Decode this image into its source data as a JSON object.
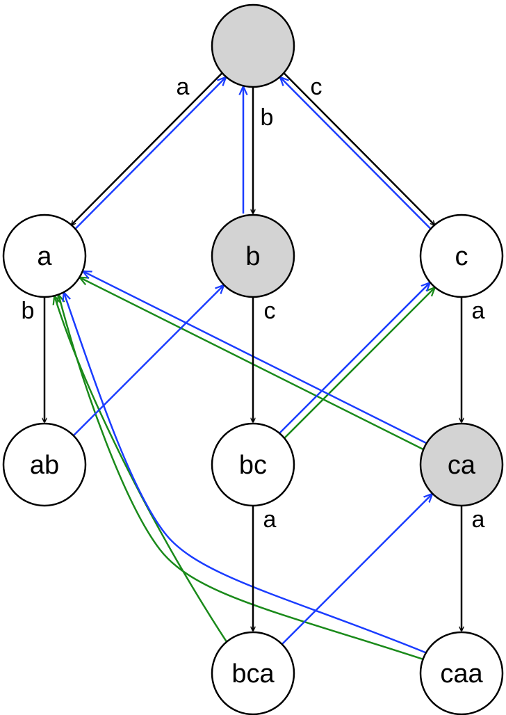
{
  "colors": {
    "goto": "#000000",
    "suffix_link": "#1a3cff",
    "output_link": "#1a8a1a",
    "final_fill": "#d3d3d3",
    "normal_fill": "#ffffff"
  },
  "nodes": [
    {
      "id": "root",
      "label": "",
      "final": true
    },
    {
      "id": "a",
      "label": "a",
      "final": false
    },
    {
      "id": "b",
      "label": "b",
      "final": true
    },
    {
      "id": "c",
      "label": "c",
      "final": false
    },
    {
      "id": "ab",
      "label": "ab",
      "final": false
    },
    {
      "id": "bc",
      "label": "bc",
      "final": false
    },
    {
      "id": "ca",
      "label": "ca",
      "final": true
    },
    {
      "id": "bca",
      "label": "bca",
      "final": false
    },
    {
      "id": "caa",
      "label": "caa",
      "final": false
    }
  ],
  "edges": [
    {
      "from": "root",
      "to": "a",
      "kind": "goto",
      "label": "a"
    },
    {
      "from": "root",
      "to": "b",
      "kind": "goto",
      "label": "b"
    },
    {
      "from": "root",
      "to": "c",
      "kind": "goto",
      "label": "c"
    },
    {
      "from": "a",
      "to": "ab",
      "kind": "goto",
      "label": "b"
    },
    {
      "from": "b",
      "to": "bc",
      "kind": "goto",
      "label": "c"
    },
    {
      "from": "c",
      "to": "ca",
      "kind": "goto",
      "label": "a"
    },
    {
      "from": "bc",
      "to": "bca",
      "kind": "goto",
      "label": "a"
    },
    {
      "from": "ca",
      "to": "caa",
      "kind": "goto",
      "label": "a"
    },
    {
      "from": "a",
      "to": "root",
      "kind": "suffix_link",
      "label": ""
    },
    {
      "from": "b",
      "to": "root",
      "kind": "suffix_link",
      "label": ""
    },
    {
      "from": "c",
      "to": "root",
      "kind": "suffix_link",
      "label": ""
    },
    {
      "from": "ab",
      "to": "b",
      "kind": "suffix_link",
      "label": ""
    },
    {
      "from": "bc",
      "to": "c",
      "kind": "suffix_link",
      "label": ""
    },
    {
      "from": "ca",
      "to": "a",
      "kind": "suffix_link",
      "label": ""
    },
    {
      "from": "bca",
      "to": "ca",
      "kind": "suffix_link",
      "label": ""
    },
    {
      "from": "caa",
      "to": "a",
      "kind": "suffix_link",
      "label": ""
    },
    {
      "from": "bc",
      "to": "c",
      "kind": "output_link",
      "label": ""
    },
    {
      "from": "ca",
      "to": "a",
      "kind": "output_link",
      "label": ""
    },
    {
      "from": "bca",
      "to": "a",
      "kind": "output_link",
      "label": ""
    },
    {
      "from": "caa",
      "to": "a",
      "kind": "output_link",
      "label": ""
    }
  ]
}
